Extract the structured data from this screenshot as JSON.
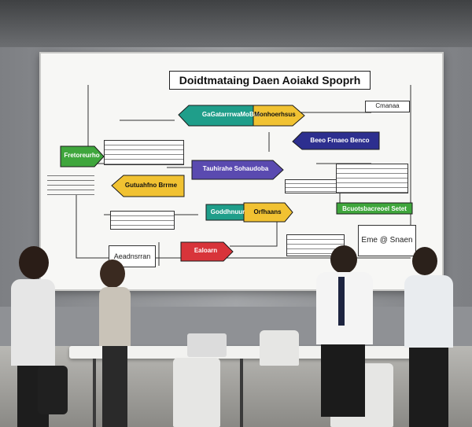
{
  "board": {
    "title": "Doidtmataing Daen Aoiakd Spoprh",
    "teal_arrow": "GaGatarrrwaMoBeh",
    "yellow_arrow_top": "Monhoerhsus",
    "navy_arrow": "Beeo Frnaeo Benco",
    "green_arrow_left": "Fretoreurho",
    "purple_arrow": "Tauhirahe Sohaudoba",
    "yellow_arrow_left": "Gutuahfno Brrme",
    "teal_arrow_mid": "Goddhnuur",
    "yellow_arrow_mid": "Orfhaans",
    "red_arrow": "Ealoarn",
    "green_box_right": "Bcuotsbacreoel Setet",
    "box_right_top": "Cmanaa",
    "box_right_bottom": "Eme @ Snaen",
    "box_left_bottom": "Aeadnsrran",
    "colors": {
      "teal": "#1f9e8a",
      "yellow": "#f1c232",
      "navy": "#2d2f8f",
      "green": "#3fa63c",
      "purple": "#5a4ab0",
      "red": "#d8343a"
    }
  }
}
